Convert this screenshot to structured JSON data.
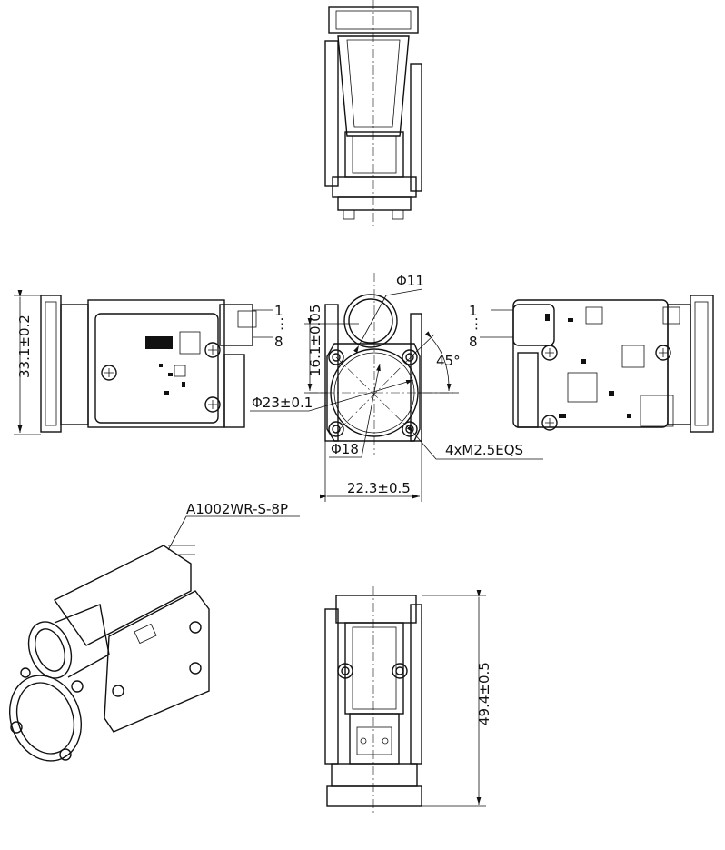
{
  "drawing": {
    "connector_part": "A1002WR-S-8P",
    "pin_first": "1",
    "pin_last": "8",
    "pin_ellipsis": "⋮",
    "dimensions": {
      "height_side": "33.1±0.2",
      "small_lens_dia": "Φ11",
      "lens_offset": "16.1±0.05",
      "angle": "45°",
      "large_lens_dia": "Φ23±0.1",
      "inner_dia": "Φ18",
      "screws": "4xM2.5EQS",
      "width": "22.3±0.5",
      "length": "49.4±0.5"
    }
  }
}
